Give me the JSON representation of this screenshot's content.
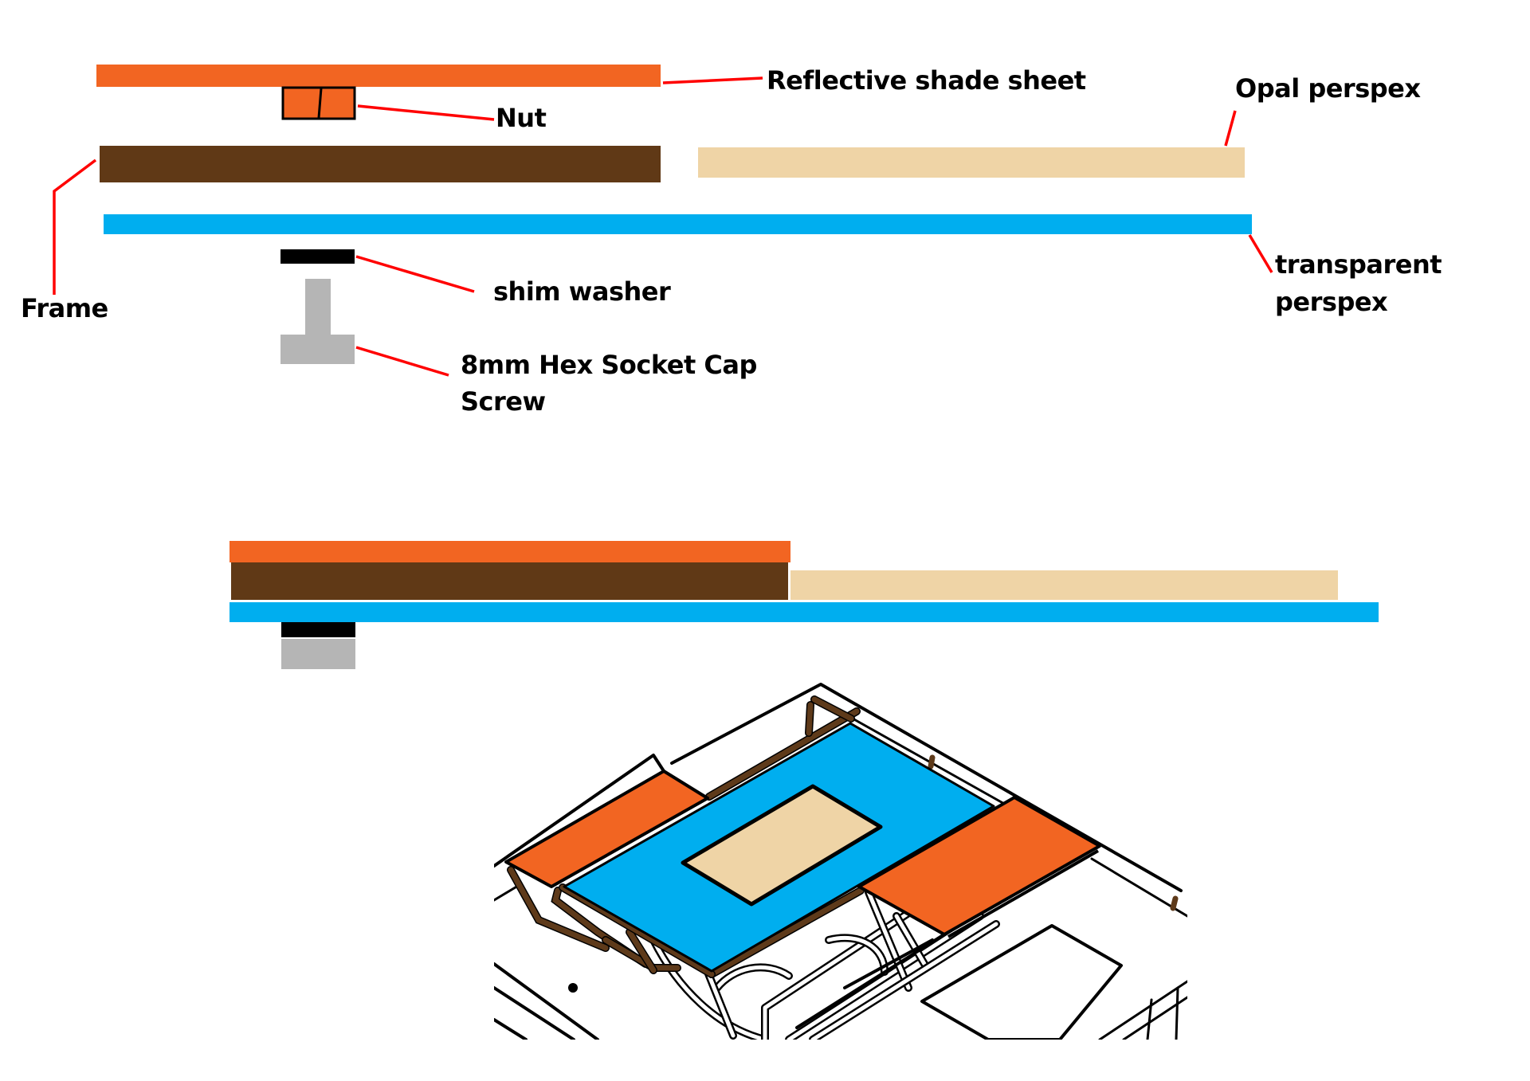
{
  "diagram": {
    "title": "Light box layer assembly",
    "colors": {
      "reflective_shade_sheet": "#f26522",
      "frame": "#603916",
      "opal_perspex": "#efd4a6",
      "transparent_perspex": "#00aeef",
      "shim_washer": "#000000",
      "screw": "#b5b5b5",
      "leader_line": "#ff0000",
      "frame_rod": "#5e3a1a"
    },
    "exploded_view": {
      "labels": {
        "reflective_shade_sheet": "Reflective shade sheet",
        "nut": "Nut",
        "opal_perspex": "Opal perspex",
        "frame": "Frame",
        "shim_washer": "shim washer",
        "transparent_perspex_line1": "transparent",
        "transparent_perspex_line2": "perspex",
        "screw_line1": "8mm Hex Socket Cap",
        "screw_line2": "Screw"
      },
      "layers_top_to_bottom": [
        "Reflective shade sheet",
        "Nut",
        "Frame",
        "Opal perspex",
        "transparent perspex",
        "shim washer",
        "8mm Hex Socket Cap Screw"
      ]
    },
    "assembled_view": {
      "layers_top_to_bottom": [
        "Reflective shade sheet",
        "Frame",
        "Opal perspex",
        "transparent perspex",
        "shim washer",
        "8mm Hex Socket Cap Screw"
      ]
    },
    "isometric_view": {
      "parts": [
        "Reflective shade sheet (left)",
        "Reflective shade sheet (right)",
        "transparent perspex",
        "Opal perspex",
        "Frame"
      ]
    }
  }
}
